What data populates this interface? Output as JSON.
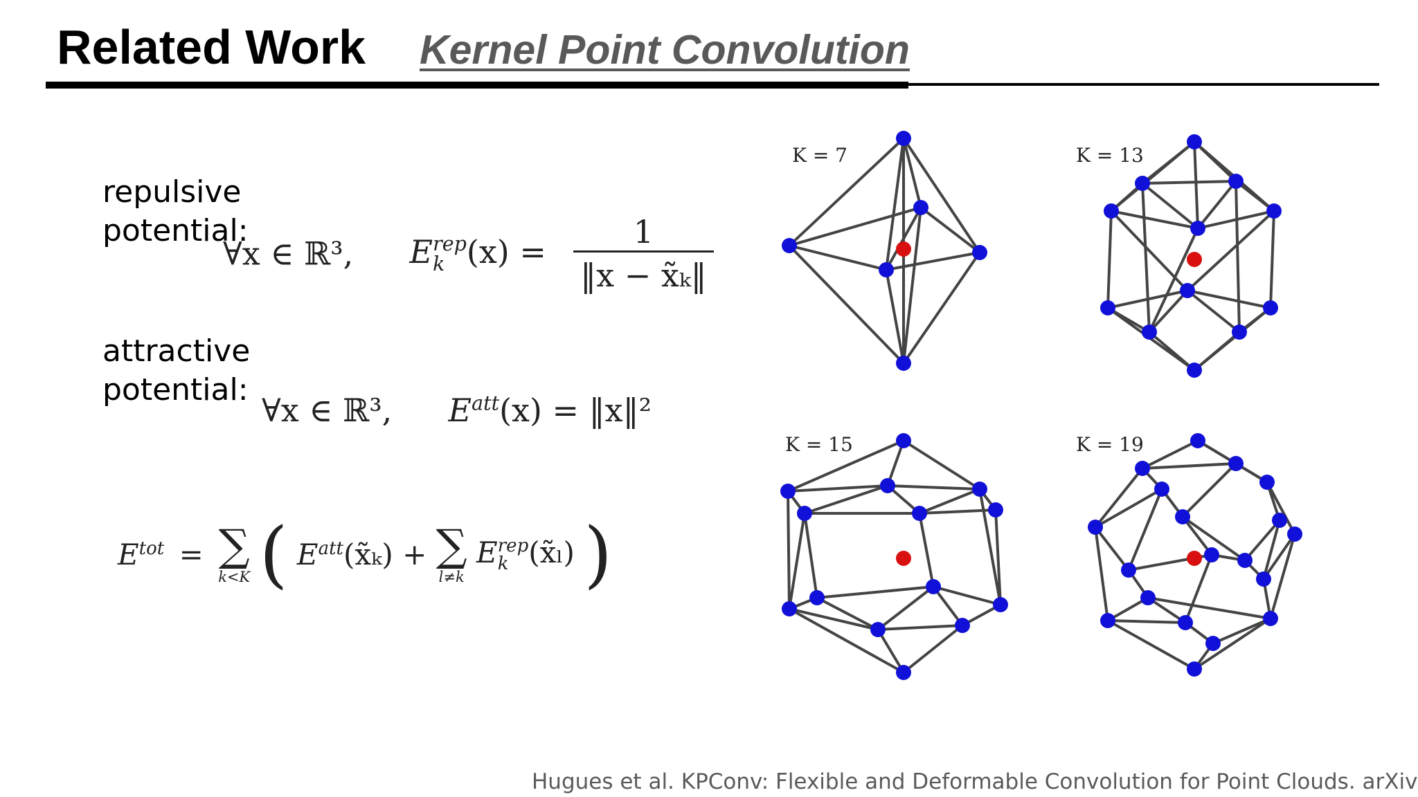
{
  "header": {
    "title": "Related Work",
    "subtitle": "Kernel Point Convolution"
  },
  "repulsive": {
    "label_line1": "repulsive",
    "label_line2": "potential:",
    "forall": "∀x ∈ ℝ³,",
    "lhs_E": "E",
    "lhs_sup": "rep",
    "lhs_sub": "k",
    "lhs_arg": "(x) =",
    "numerator": "1",
    "denominator": "‖x − x̃ₖ‖"
  },
  "attractive": {
    "label_line1": "attractive",
    "label_line2": "potential:",
    "forall": "∀x ∈ ℝ³,",
    "lhs_E": "E",
    "lhs_sup": "att",
    "rhs": "(x) = ‖x‖²"
  },
  "total": {
    "lhs_E": "E",
    "lhs_sup": "tot",
    "equals": "=",
    "sum_limit_outer": "k<K",
    "term1": "E",
    "term1_sup": "att",
    "term1_arg": "(x̃ₖ) +",
    "sum_limit_inner": "l≠k",
    "term2": "E",
    "term2_sup": "rep",
    "term2_sub": "k",
    "term2_arg": "(x̃ₗ)"
  },
  "figures": [
    {
      "label": "K = 7"
    },
    {
      "label": "K = 13"
    },
    {
      "label": "K = 15"
    },
    {
      "label": "K = 19"
    }
  ],
  "colors": {
    "kernel_point": "#1010d8",
    "center_point": "#d81010",
    "edge": "#444444"
  },
  "citation": "Hugues et al. KPConv: Flexible and Deformable Convolution for Point Clouds. arXiv"
}
